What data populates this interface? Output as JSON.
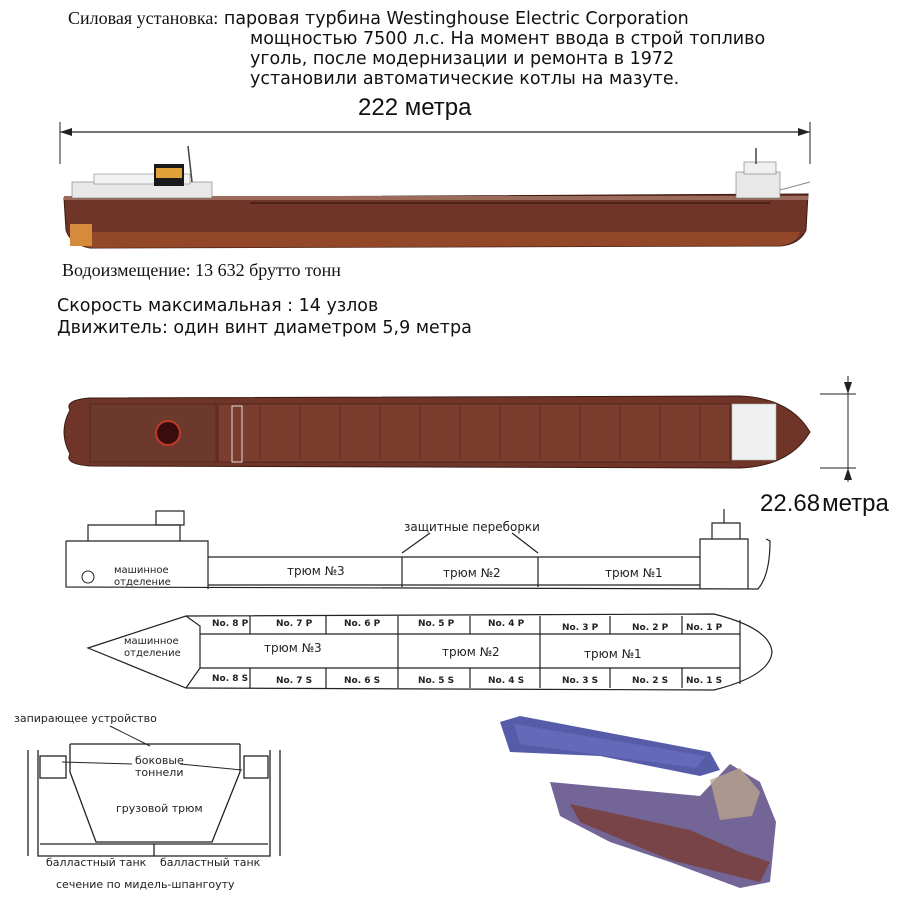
{
  "power": {
    "label": "Силовая установка:",
    "lines": [
      "паровая турбина Westinghouse Electric Corporation",
      "мощностью 7500 л.с. На момент ввода в строй топливо",
      "уголь, после модернизации и ремонта в 1972",
      "установили автоматические котлы на мазуте."
    ]
  },
  "length_label": "222 метра",
  "displacement": "Водоизмещение: 13 632 брутто тонн",
  "speed": "Скорость максимальная : 14 узлов",
  "propulsion": "Движитель: один винт диаметром 5,9 метра",
  "beam": {
    "value": "22.68",
    "unit": "метра"
  },
  "profile": {
    "engine_room": [
      "машинное",
      "отделение"
    ],
    "holds": [
      "трюм №3",
      "трюм №2",
      "трюм №1"
    ],
    "bulkheads_label": "защитные переборки"
  },
  "plan": {
    "engine_room": [
      "машинное",
      "отделение"
    ],
    "holds": [
      "трюм №3",
      "трюм №2",
      "трюм №1"
    ],
    "port_tanks": [
      "No. 8 P",
      "No. 7 P",
      "No. 6 P",
      "No. 5 P",
      "No. 4 P",
      "No. 3 P",
      "No. 2 P",
      "No. 1 P"
    ],
    "starboard_tanks": [
      "No. 8 S",
      "No. 7 S",
      "No. 6 S",
      "No. 5 S",
      "No. 4 S",
      "No. 3 S",
      "No. 2 S",
      "No. 1 S"
    ]
  },
  "section": {
    "locking_device": "запирающее устройство",
    "side_tunnels": [
      "боковые",
      "тоннели"
    ],
    "cargo_hold": "грузовой трюм",
    "ballast_left": "балластный танк",
    "ballast_right": "балластный танк",
    "caption": "сечение по мидель-шпангоуту"
  },
  "colors": {
    "hull": "#6e3528",
    "deck": "#6b3a2c",
    "hull_dark": "#4a2219",
    "superstructure": "#e8e8e8",
    "line": "#222222"
  }
}
